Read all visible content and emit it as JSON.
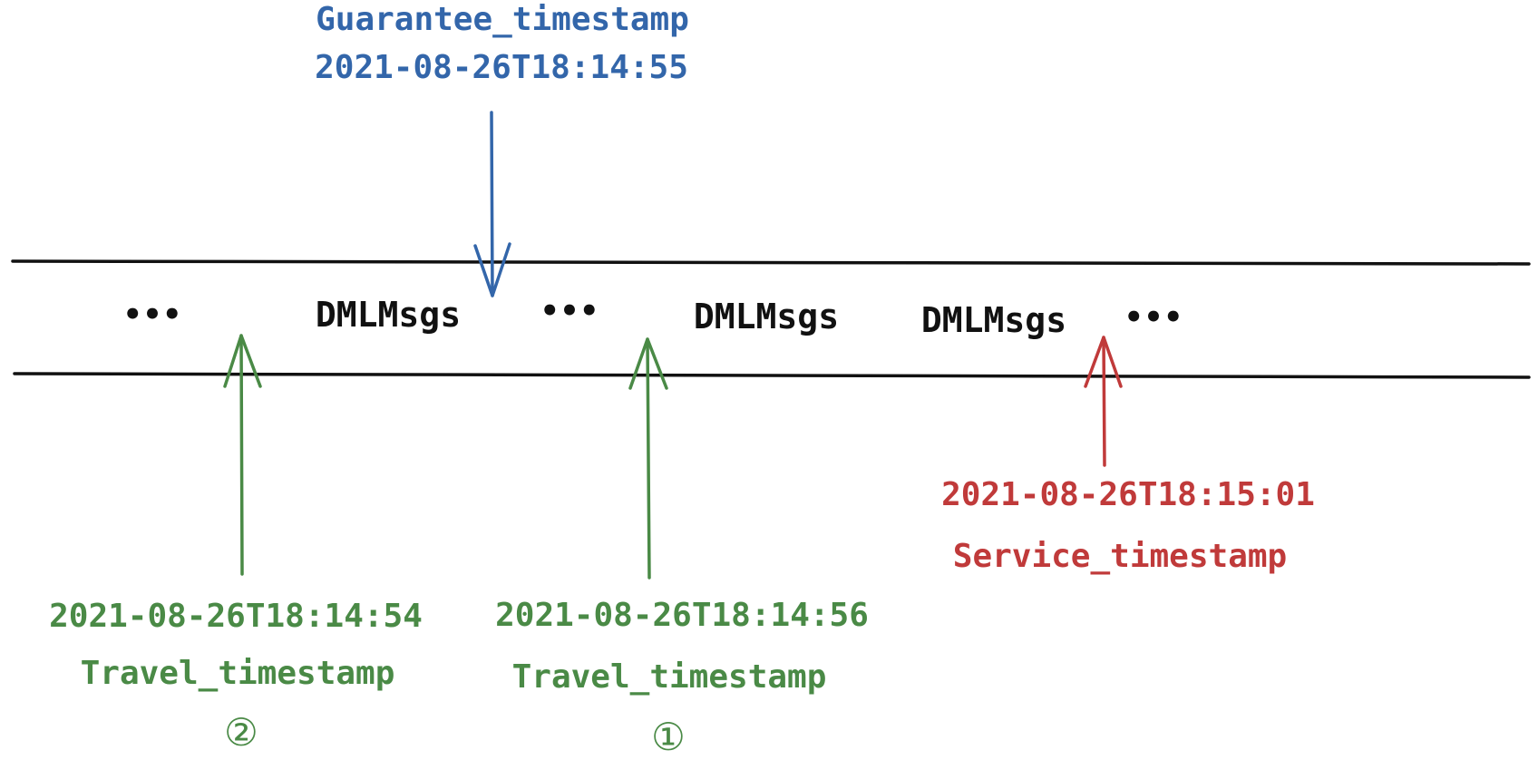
{
  "colors": {
    "guarantee": "#3366aa",
    "travel": "#4a8a46",
    "service": "#c03a3a",
    "lines": "#111111"
  },
  "labels": {
    "guarantee_name": "Guarantee_timestamp",
    "guarantee_time": "2021-08-26T18:14:55",
    "travel2_time": "2021-08-26T18:14:54",
    "travel2_name": "Travel_timestamp",
    "travel2_marker": "②",
    "travel1_time": "2021-08-26T18:14:56",
    "travel1_name": "Travel_timestamp",
    "travel1_marker": "①",
    "service_time": "2021-08-26T18:15:01",
    "service_name": "Service_timestamp"
  },
  "stream": {
    "ellipsis": "•••",
    "messages": [
      "DMLMsgs",
      "DMLMsgs",
      "DMLMsgs"
    ]
  }
}
